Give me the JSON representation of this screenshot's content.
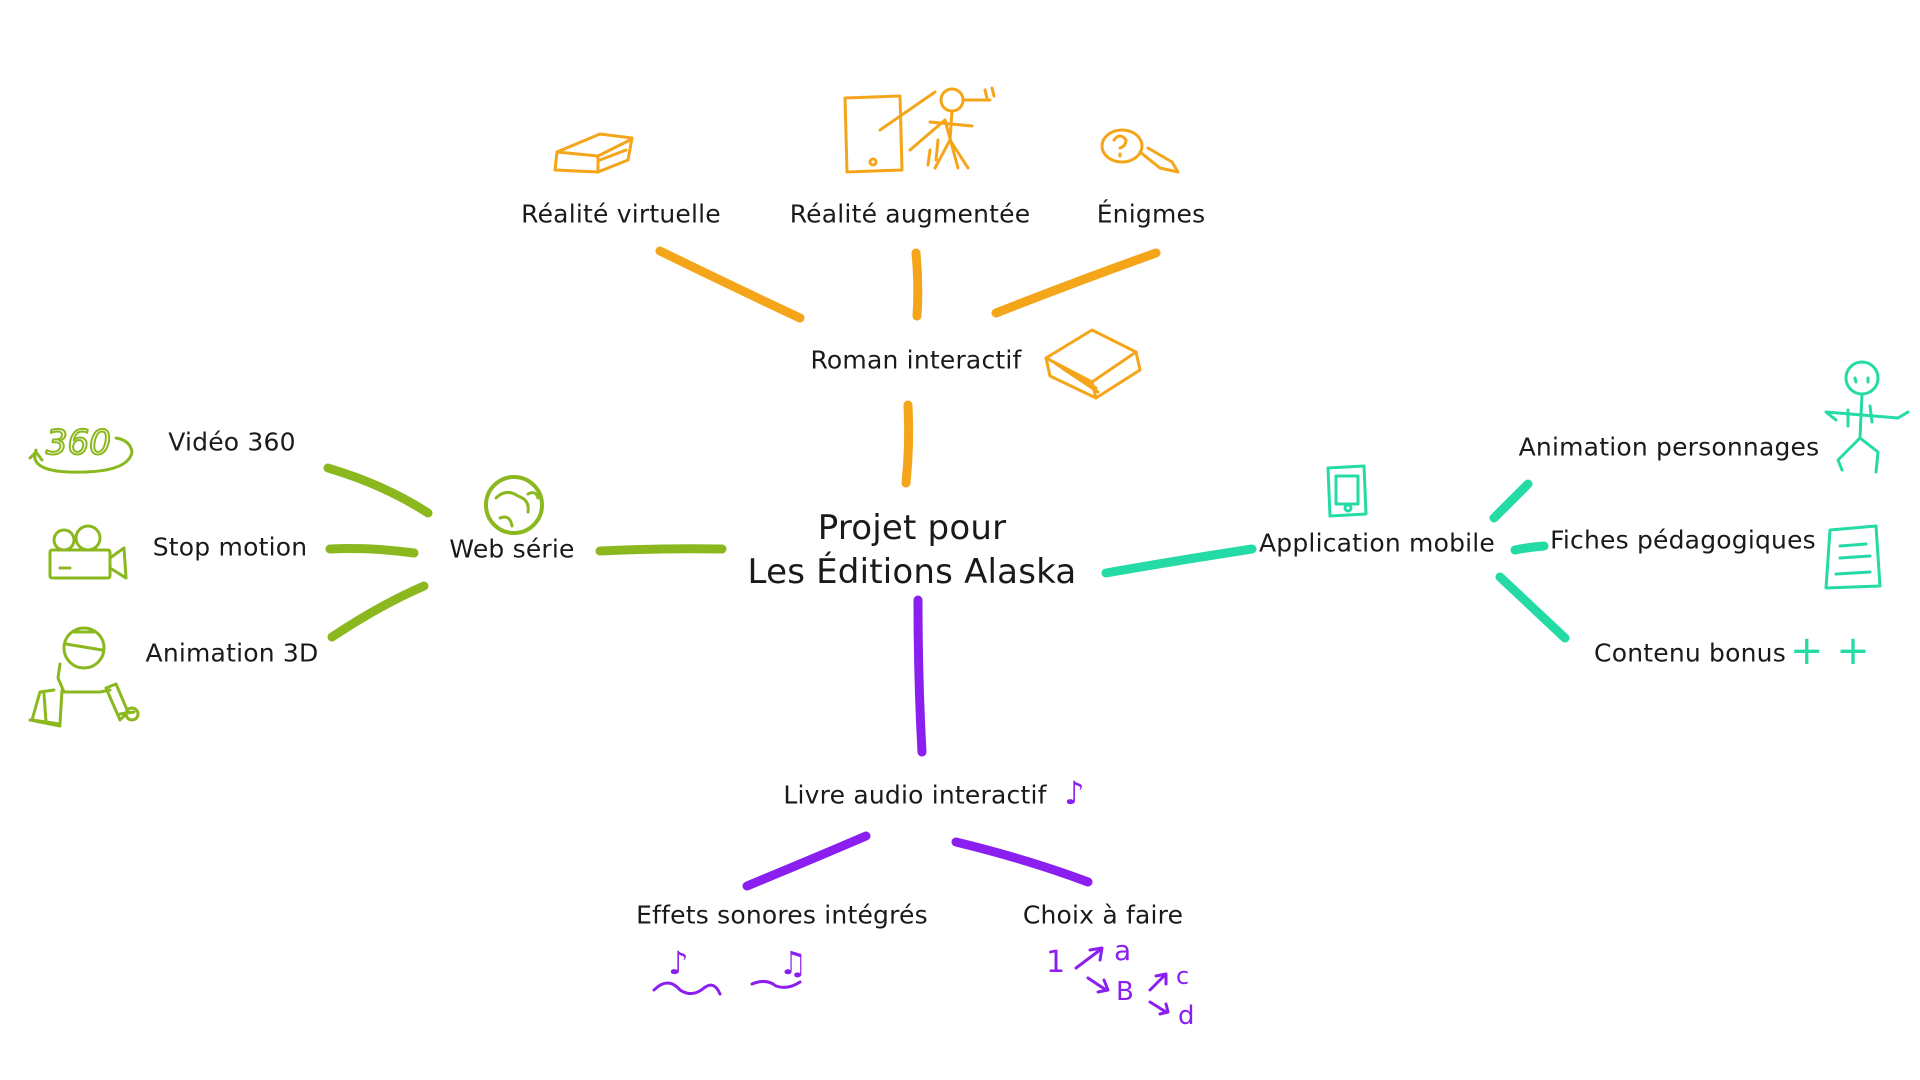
{
  "center": {
    "line1": "Projet pour",
    "line2": "Les Éditions Alaska"
  },
  "colors": {
    "orange": "#f5a51a",
    "green": "#8cb81f",
    "teal": "#25dba5",
    "purple": "#8b1ff0"
  },
  "branches": {
    "roman": {
      "label": "Roman interactif",
      "icon": "book-icon",
      "children": [
        {
          "label": "Réalité virtuelle",
          "icon": "vr-headset-icon"
        },
        {
          "label": "Réalité augmentée",
          "icon": "augmented-reality-icon"
        },
        {
          "label": "Énigmes",
          "icon": "magnifier-icon"
        }
      ]
    },
    "web": {
      "label": "Web série",
      "icon": "globe-icon",
      "children": [
        {
          "label": "Vidéo 360",
          "icon": "360-icon",
          "icon_text": "360"
        },
        {
          "label": "Stop motion",
          "icon": "camera-icon"
        },
        {
          "label": "Animation 3D",
          "icon": "robot-icon"
        }
      ]
    },
    "app": {
      "label": "Application mobile",
      "icon": "tablet-icon",
      "children": [
        {
          "label": "Animation personnages",
          "icon": "stick-figure-icon"
        },
        {
          "label": "Fiches pédagogiques",
          "icon": "sheet-icon"
        },
        {
          "label": "Contenu bonus",
          "icon": "plus-icon",
          "icon_text": "+ +"
        }
      ]
    },
    "audio": {
      "label": "Livre audio interactif",
      "icon": "music-note-icon",
      "icon_text": "♪",
      "children": [
        {
          "label": "Effets sonores intégrés",
          "icon": "music-notes-icon",
          "icon_text": "♪ ♫"
        },
        {
          "label": "Choix à faire",
          "icon": "choices-icon",
          "icon_text": [
            "1",
            "a",
            "B",
            "c",
            "d"
          ]
        }
      ]
    }
  }
}
